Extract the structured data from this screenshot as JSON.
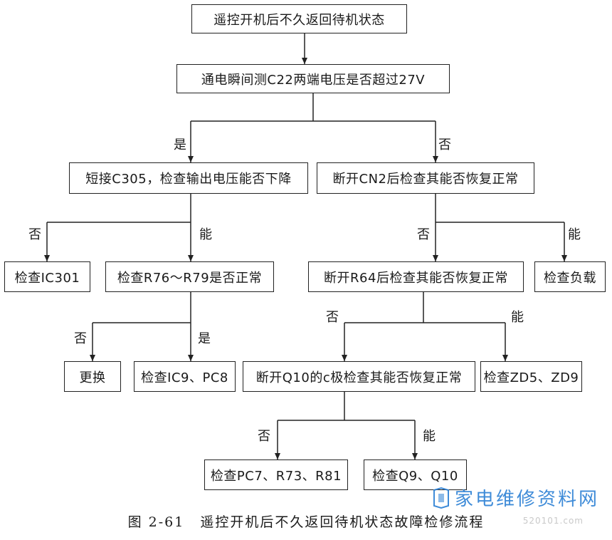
{
  "flowchart": {
    "nodes": {
      "n1": "遥控开机后不久返回待机状态",
      "n2": "通电瞬间测C22两端电压是否超过27V",
      "n3": "短接C305，检查输出电压能否下降",
      "n4": "断开CN2后检查其能否恢复正常",
      "n5": "检查IC301",
      "n6": "检查R76～R79是否正常",
      "n7": "断开R64后检查其能否恢复正常",
      "n8": "检查负载",
      "n9": "更换",
      "n10": "检查IC9、PC8",
      "n11": "断开Q10的c极检查其能否恢复正常",
      "n12": "检查ZD5、ZD9",
      "n13": "检查PC7、R73、R81",
      "n14": "检查Q9、Q10"
    },
    "edge_labels": {
      "yes": "是",
      "no": "否",
      "can": "能"
    }
  },
  "caption": {
    "number": "图 2-61",
    "title": "遥控开机后不久返回待机状态故障检修流程"
  },
  "watermark": {
    "text": "家电维修资料网",
    "url": "520101.com"
  }
}
